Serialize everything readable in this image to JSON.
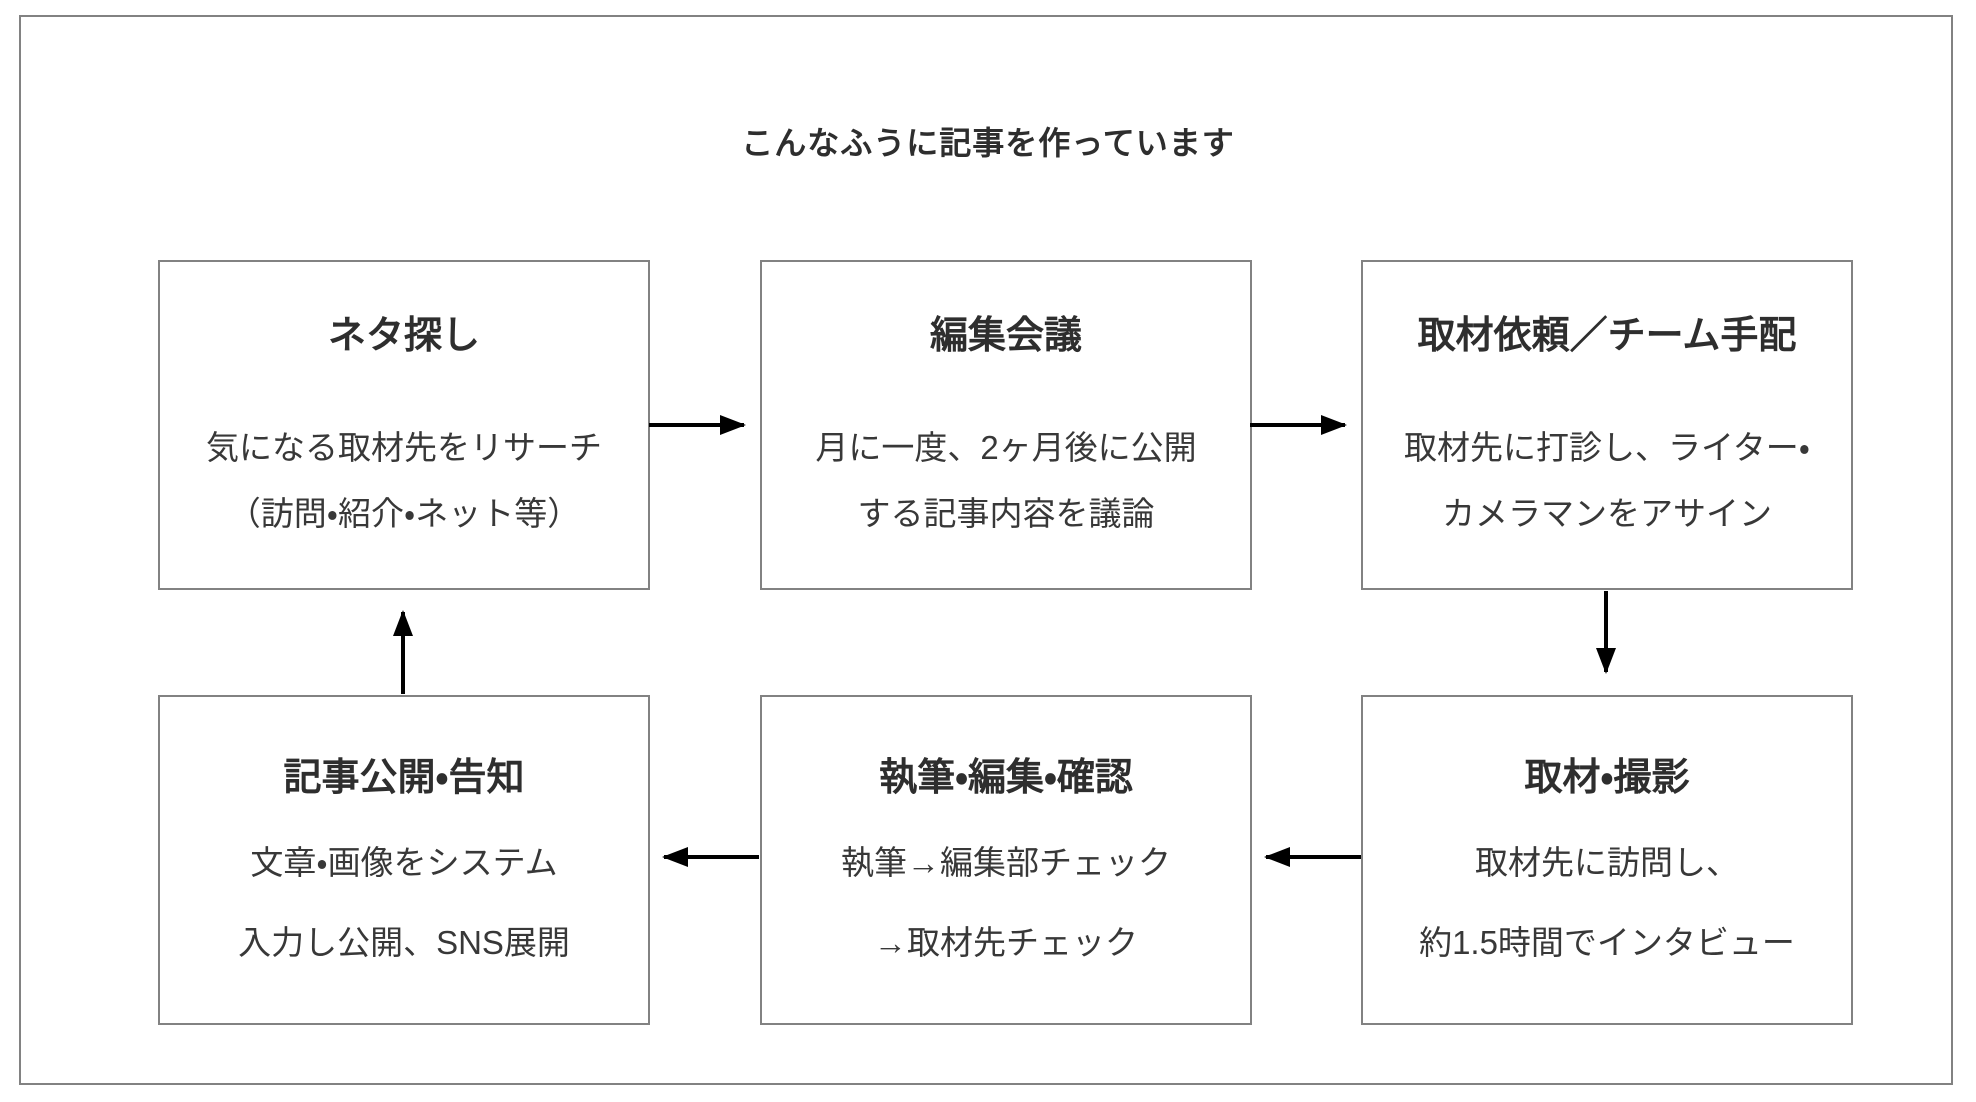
{
  "title": "こんなふうに記事を作っています",
  "colors": {
    "background": "#ffffff",
    "box_border": "#828282",
    "frame_border": "#828282",
    "heading_text": "#2e2e2e",
    "body_text": "#383838",
    "arrow": "#000000"
  },
  "steps": [
    {
      "heading": "ネタ探し",
      "body": "気になる取材先をリサーチ\n（訪問・紹介・ネット等）"
    },
    {
      "heading": "編集会議",
      "body": "月に一度、2ヶ月後に公開\nする記事内容を議論"
    },
    {
      "heading": "取材依頼／チーム手配",
      "body": "取材先に打診し、ライター・\nカメラマンをアサイン"
    },
    {
      "heading": "取材・撮影",
      "body": "取材先に訪問し、\n約1.5時間でインタビュー"
    },
    {
      "heading": "執筆・編集・確認",
      "body": "執筆→編集部チェック\n→取材先チェック"
    },
    {
      "heading": "記事公開・告知",
      "body": "文章・画像をシステム\n入力し公開、SNS展開"
    }
  ],
  "flow_arrows": [
    {
      "from": "ネタ探し",
      "to": "編集会議",
      "direction": "right"
    },
    {
      "from": "編集会議",
      "to": "取材依頼／チーム手配",
      "direction": "right"
    },
    {
      "from": "取材依頼／チーム手配",
      "to": "取材・撮影",
      "direction": "down"
    },
    {
      "from": "取材・撮影",
      "to": "執筆・編集・確認",
      "direction": "left"
    },
    {
      "from": "執筆・編集・確認",
      "to": "記事公開・告知",
      "direction": "left"
    },
    {
      "from": "記事公開・告知",
      "to": "ネタ探し",
      "direction": "up"
    }
  ]
}
